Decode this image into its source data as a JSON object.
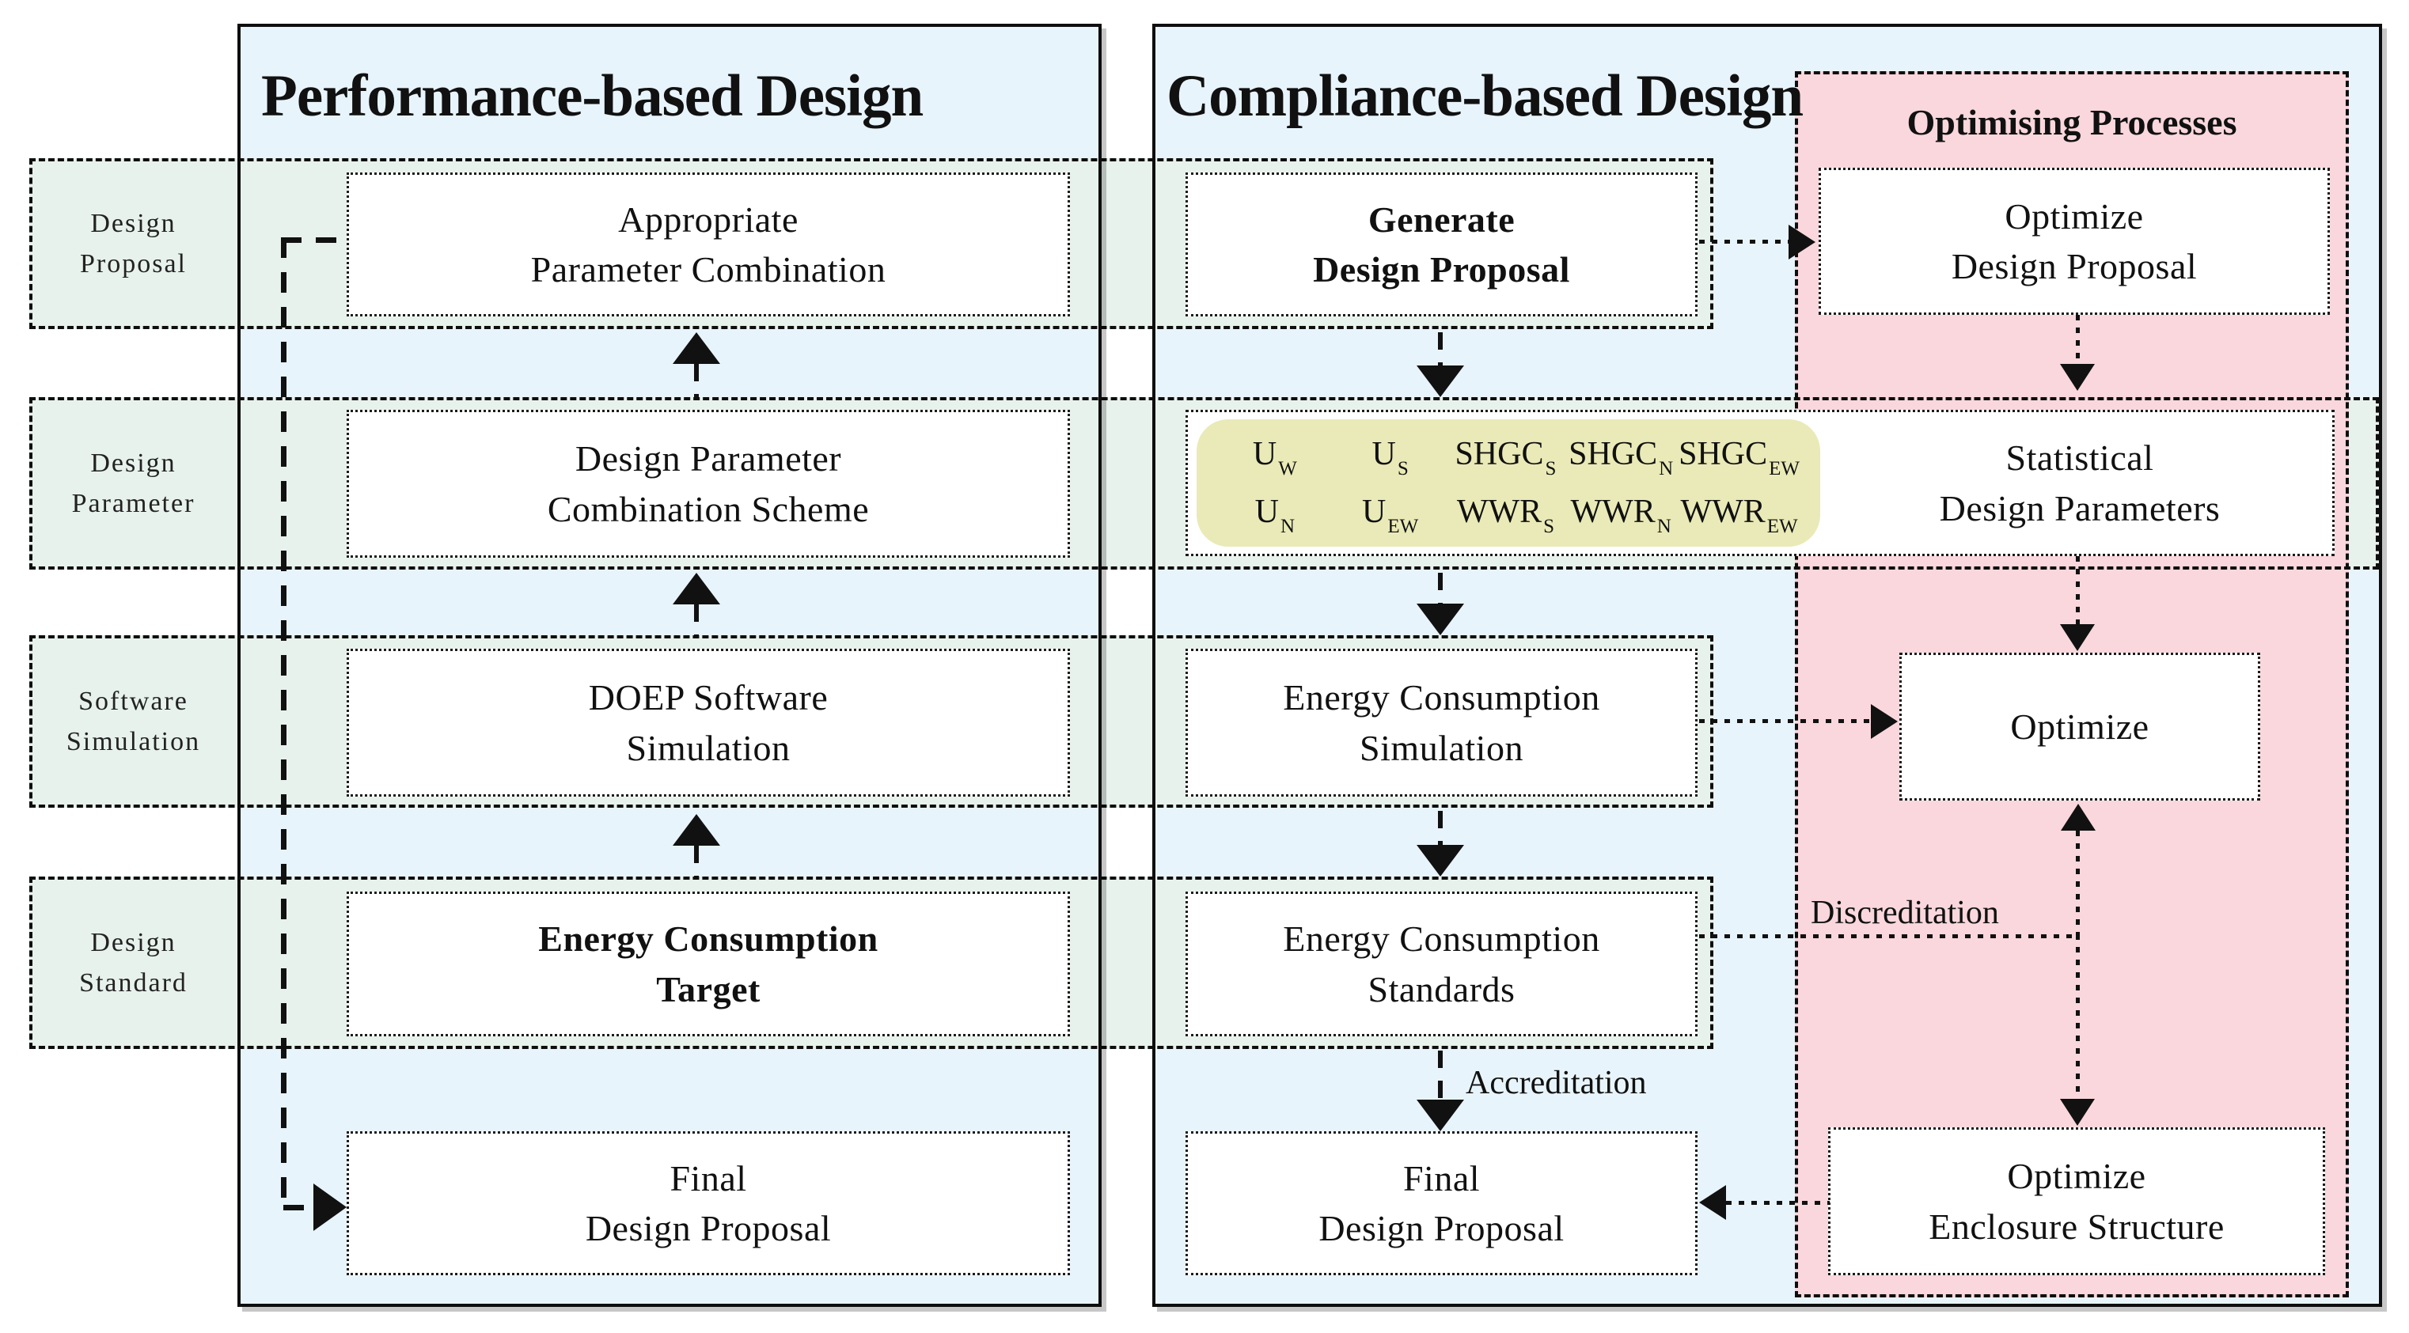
{
  "header": {
    "performance_title": "Performance-based Design",
    "compliance_title": "Compliance-based Design",
    "optimising_title": "Optimising Processes"
  },
  "row_labels": [
    {
      "label": "Design\nProposal"
    },
    {
      "label": "Design\nParameter"
    },
    {
      "label": "Software\nSimulation"
    },
    {
      "label": "Design\nStandard"
    }
  ],
  "boxes": {
    "appropriate": "Appropriate\nParameter Combination",
    "scheme": "Design Parameter\nCombination Scheme",
    "doep": "DOEP Software\nSimulation",
    "target": "Energy Consumption\nTarget",
    "final_left": "Final\nDesign Proposal",
    "generate": "Generate\nDesign Proposal",
    "simulation": "Energy Consumption\nSimulation",
    "standards": "Energy Consumption\nStandards",
    "final_right": "Final\nDesign Proposal",
    "optimize_design_proposal": "Optimize\nDesign Proposal",
    "statistical": "Statistical\nDesign Parameters",
    "optimize": "Optimize",
    "optimize_enclosure": "Optimize\nEnclosure Structure"
  },
  "parameters": [
    {
      "base": "U",
      "sub": "W"
    },
    {
      "base": "U",
      "sub": "S"
    },
    {
      "base": "SHGC",
      "sub": "S"
    },
    {
      "base": "SHGC",
      "sub": "N"
    },
    {
      "base": "SHGC",
      "sub": "EW"
    },
    {
      "base": "U",
      "sub": "N"
    },
    {
      "base": "U",
      "sub": "EW"
    },
    {
      "base": "WWR",
      "sub": "S"
    },
    {
      "base": "WWR",
      "sub": "N"
    },
    {
      "base": "WWR",
      "sub": "EW"
    }
  ],
  "edge_labels": {
    "accreditation": "Accreditation",
    "discreditation": "Discreditation"
  },
  "colors": {
    "panel_blue": "#e8f4fb",
    "band_green": "#e8f2ec",
    "optimising_pink": "#f9d7dc",
    "parameter_yellow": "#eaeab8",
    "line_black": "#111111"
  }
}
